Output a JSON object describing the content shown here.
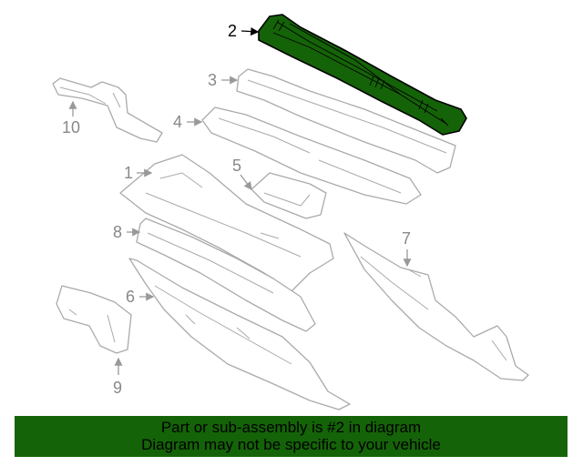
{
  "diagram": {
    "selected_part": "2",
    "highlight_color": "#156308",
    "callouts": [
      {
        "id": "callout-1",
        "label": "1"
      },
      {
        "id": "callout-2",
        "label": "2"
      },
      {
        "id": "callout-3",
        "label": "3"
      },
      {
        "id": "callout-4",
        "label": "4"
      },
      {
        "id": "callout-5",
        "label": "5"
      },
      {
        "id": "callout-6",
        "label": "6"
      },
      {
        "id": "callout-7",
        "label": "7"
      },
      {
        "id": "callout-8",
        "label": "8"
      },
      {
        "id": "callout-9",
        "label": "9"
      },
      {
        "id": "callout-10",
        "label": "10"
      }
    ]
  },
  "banner": {
    "line1": "Part or sub-assembly is #2 in diagram",
    "line2": "Diagram may not be specific to your vehicle",
    "color": "#156308"
  }
}
